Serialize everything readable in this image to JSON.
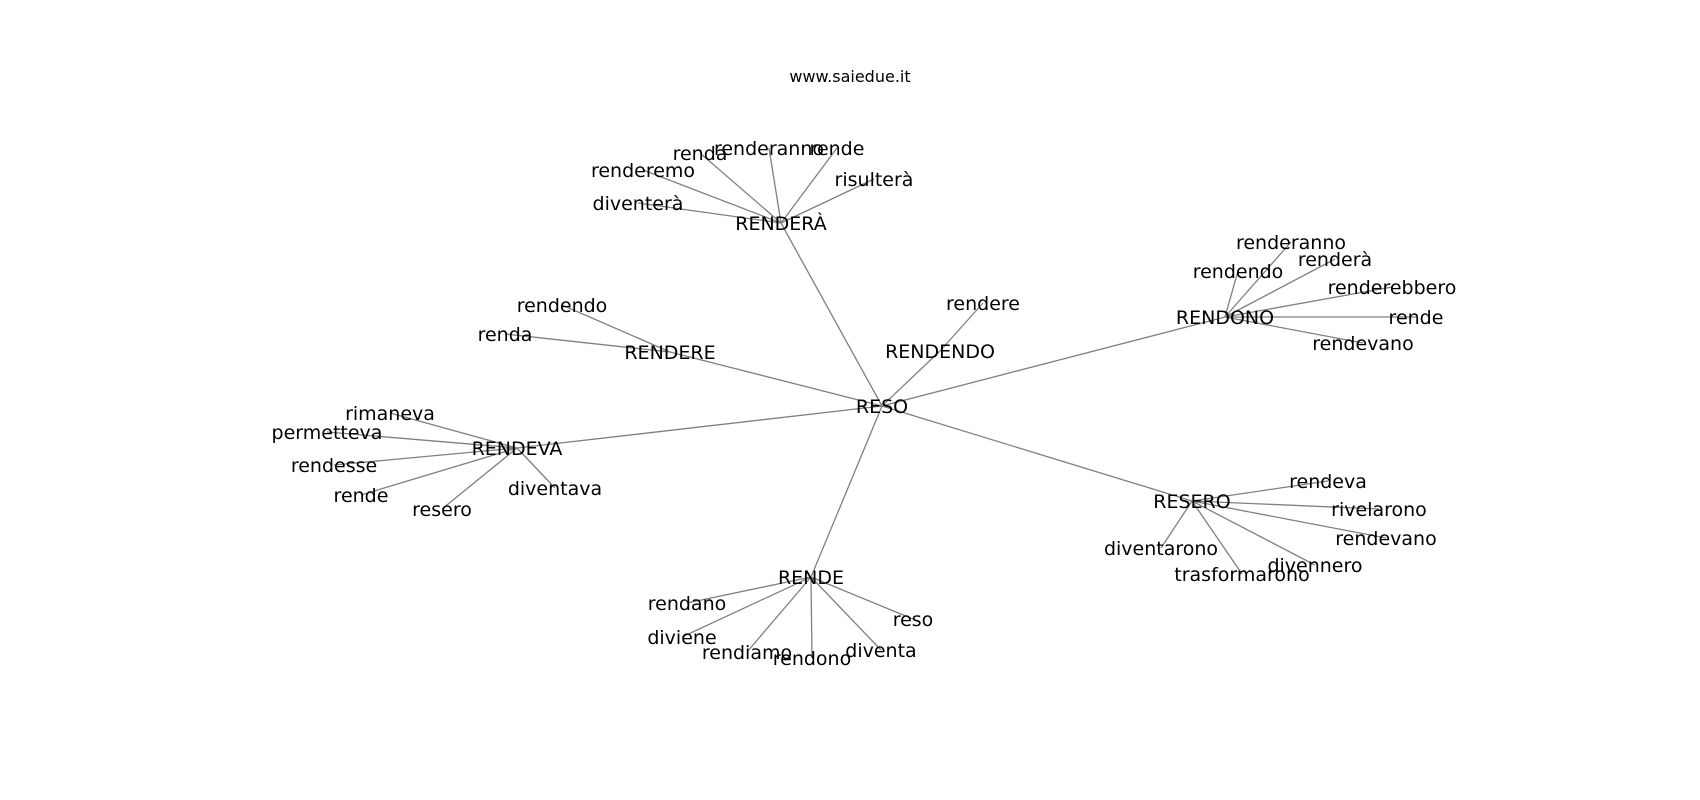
{
  "title": "www.saiedue.it",
  "colors": {
    "edge": "#808080",
    "text": "#000000",
    "background": "#ffffff"
  },
  "graph": {
    "center": "RESO",
    "branches": [
      {
        "hub": "RENDERÀ",
        "leaves": [
          "renda",
          "renderanno",
          "rende",
          "renderemo",
          "risulterà",
          "diventerà"
        ]
      },
      {
        "hub": "RENDONO",
        "leaves": [
          "renderanno",
          "rendendo",
          "renderà",
          "renderebbero",
          "rende",
          "rendevano"
        ]
      },
      {
        "hub": "RENDERE",
        "leaves": [
          "rendendo",
          "renda"
        ]
      },
      {
        "hub": "RENDENDO",
        "leaves": [
          "rendere"
        ]
      },
      {
        "hub": "RENDEVA",
        "leaves": [
          "rimaneva",
          "permetteva",
          "rendesse",
          "rende",
          "resero",
          "diventava"
        ]
      },
      {
        "hub": "RESERO",
        "leaves": [
          "rendeva",
          "rivelarono",
          "rendevano",
          "diventarono",
          "divennero",
          "trasformarono"
        ]
      },
      {
        "hub": "RENDE",
        "leaves": [
          "rendano",
          "reso",
          "diviene",
          "rendiamo",
          "diventa",
          "rendono"
        ]
      }
    ]
  }
}
